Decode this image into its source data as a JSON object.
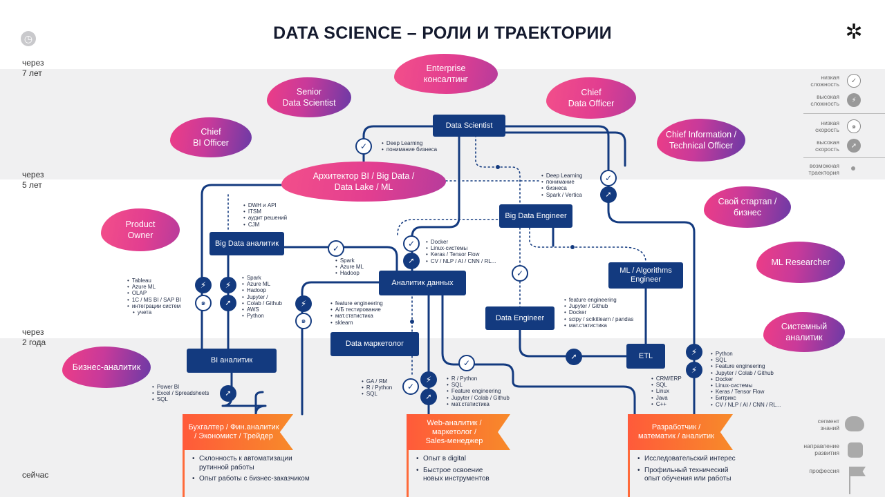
{
  "title": "DATA SCIENCE – РОЛИ И ТРАЕКТОРИИ",
  "colors": {
    "navy": "#133a7f",
    "pink": "#ee3d86",
    "purple": "#6a3aa6",
    "orange": "#ff5a3a",
    "band": "#f0f0f1"
  },
  "time_labels": {
    "t7": "через\n7 лет",
    "t5": "через\n5 лет",
    "t2": "через\n2 года",
    "t0": "сейчас"
  },
  "blobs": {
    "enterprise": "Enterprise\nконсалтинг",
    "senior_ds": "Senior\nData Scientist",
    "cdo": "Chief\nData Officer",
    "chief_bi": "Chief\nBI Officer",
    "cio": "Chief Information /\nTechnical Officer",
    "architect": "Архитектор BI / Big Data /\nData Lake / ML",
    "startup": "Свой стартап /\nбизнес",
    "product_owner": "Product\nOwner",
    "ml_researcher": "ML Researcher",
    "sys_analyst": "Системный\nаналитик",
    "business_analyst": "Бизнес-аналитик"
  },
  "boxes": {
    "data_scientist": "Data Scientist",
    "big_data_engineer": "Big Data Engineer",
    "big_data_analyst": "Big Data аналитик",
    "data_analyst": "Аналитик данных",
    "ml_engineer": "ML / Algorithms\nEngineer",
    "data_engineer": "Data Engineer",
    "data_marketer": "Data маркетолог",
    "bi_analyst": "BI аналитик",
    "etl": "ETL"
  },
  "skills": {
    "ds_top": [
      "Deep Learning",
      "понимание бизнеса"
    ],
    "bde_top": [
      "Deep Learning",
      "понимание",
      "бизнеса",
      "Spark / Vertica"
    ],
    "arch_bda": [
      "DWH и API",
      "ITSM",
      "аудит решений",
      "CJM"
    ],
    "bda_da": [
      "Spark",
      "Azure ML",
      "Hadoop"
    ],
    "da_ds": [
      "Docker",
      "Linux-системы",
      "Keras / Tensor Flow",
      "CV / NLP / AI / CNN / RL..."
    ],
    "bi_left": [
      "Tableau",
      "Azure ML",
      "OLAP",
      "1C / MS BI / SAP BI",
      "интеграции систем",
      "учета"
    ],
    "bi_right": [
      "Spark",
      "Azure ML",
      "Hadoop",
      "Jupyter /",
      "Colab / Github",
      "AWS",
      "Python"
    ],
    "acc_da": [
      "feature engineering",
      "A/Б тестирование",
      "мат.статистика",
      "sklearn"
    ],
    "de_ml": [
      "feature engineering",
      "Jupyter / Github",
      "Docker",
      "scipy / scikitlearn / pandas",
      "мат.статистика"
    ],
    "bi_bottom": [
      "Power BI",
      "Excel / Spreadsheets",
      "SQL"
    ],
    "web_left": [
      "GA / ЯМ",
      "R / Python",
      "SQL"
    ],
    "web_right": [
      "R / Python",
      "SQL",
      "Feature engineering",
      "Jupyter / Colab / Github",
      "мат.статистика"
    ],
    "etl_dev": [
      "CRM/ERP",
      "SQL",
      "Linux",
      "Java",
      "C++"
    ],
    "dev_right": [
      "Python",
      "SQL",
      "Feature engineering",
      "Jupyter / Colab / Github",
      "Docker",
      "Linux-системы",
      "Keras / Tensor Flow",
      "Битрикс",
      "CV / NLP / AI / CNN / RL..."
    ]
  },
  "professions": [
    {
      "label": "Бухгалтер / Фин.аналитик\n/ Экономист / Трейдер",
      "notes": [
        "Склонность к автоматизации\nрутинной работы",
        "Опыт работы с бизнес-заказчиком"
      ]
    },
    {
      "label": "Web-аналитик /\nмаркетолог /\nSales-менеджер",
      "notes": [
        "Опыт в digital",
        "Быстрое освоение\nновых инструментов"
      ]
    },
    {
      "label": "Разработчик /\nматематик / аналитик",
      "notes": [
        "Исследовательский интерес",
        "Профильный технический\nопыт обучения или работы"
      ]
    }
  ],
  "legend": {
    "low_complexity": "низкая\nсложность",
    "high_complexity": "высокая\nсложность",
    "low_speed": "низкая\nскорость",
    "high_speed": "высокая\nскорость",
    "possible_path": "возможная\nтраектория",
    "knowledge_segment": "сегмент\nзнаний",
    "direction": "направление\nразвития",
    "profession": "профессия"
  },
  "icons": {
    "check": "✓",
    "bolt": "⚡",
    "rocket": "➚",
    "snail": "๑",
    "clock": "◷",
    "logo": "✲"
  }
}
